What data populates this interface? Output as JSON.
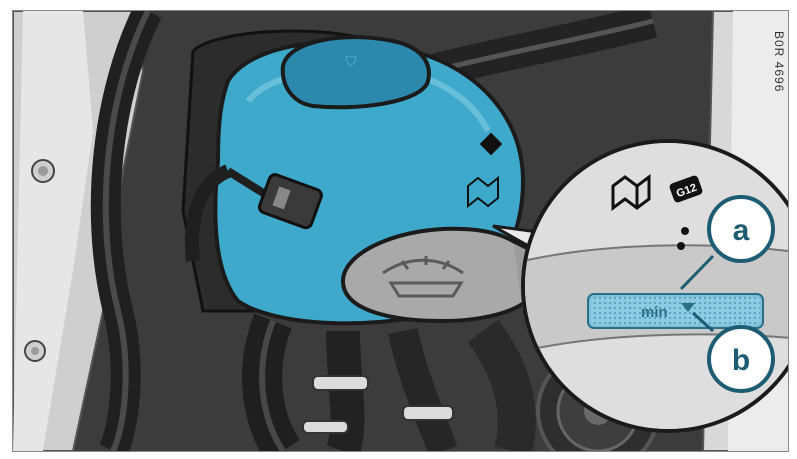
{
  "illustration": {
    "side_code": "B0R 4696",
    "callouts": [
      {
        "id": "a",
        "label": "a"
      },
      {
        "id": "b",
        "label": "b"
      }
    ],
    "reservoir_mark": "min",
    "coolant_color": "#3fa9cc",
    "accent_color": "#1d5c72"
  }
}
